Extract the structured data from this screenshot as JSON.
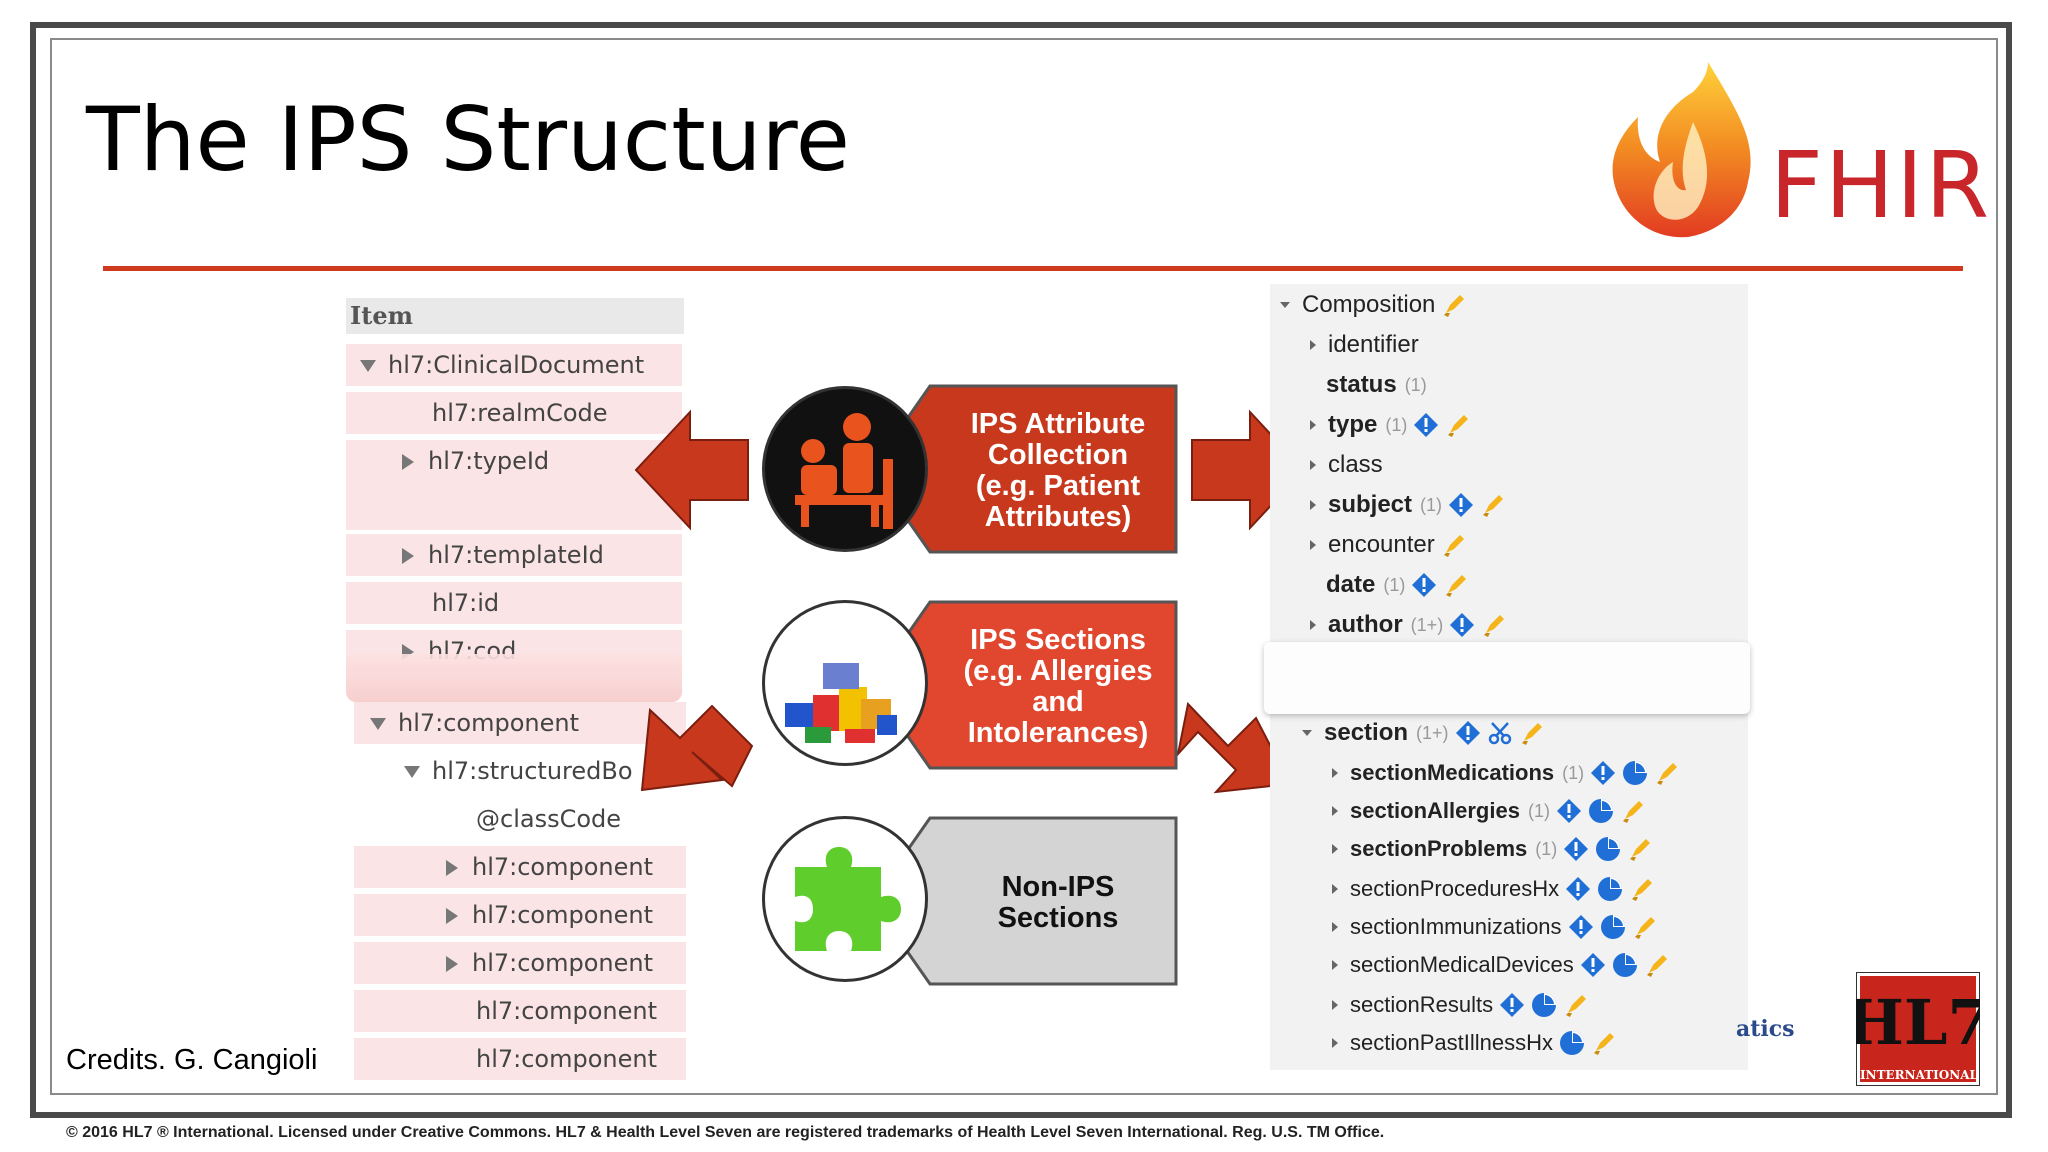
{
  "slide": {
    "title": "The IPS Structure",
    "logo_text": "FHIR",
    "credits": "Credits. G. Cangioli",
    "copyright": "© 2016 HL7 ® International. Licensed under Creative Commons. HL7 & Health Level Seven are registered trademarks of Health Level Seven International. Reg. U.S. TM Office.",
    "hl7_logo_text": "INTERNATIONAL",
    "partial_text": "atics"
  },
  "left_tree": {
    "header": "Item",
    "rows": [
      {
        "label": "hl7:ClinicalDocument",
        "expander": "down"
      },
      {
        "label": "hl7:realmCode",
        "expander": "none"
      },
      {
        "label": "hl7:typeId",
        "expander": "right"
      },
      {
        "label": "hl7:templateId",
        "expander": "right"
      },
      {
        "label": "hl7:id",
        "expander": "none"
      },
      {
        "label": "hl7:cod",
        "expander": "right"
      },
      {
        "label": "hl7:component",
        "expander": "down"
      },
      {
        "label": "hl7:structuredBo",
        "expander": "down"
      },
      {
        "label": "@classCode",
        "expander": "none"
      },
      {
        "label": "hl7:component",
        "expander": "right"
      },
      {
        "label": "hl7:component",
        "expander": "right"
      },
      {
        "label": "hl7:component",
        "expander": "right"
      },
      {
        "label": "hl7:component",
        "expander": "none"
      },
      {
        "label": "hl7:component",
        "expander": "none"
      }
    ]
  },
  "center": {
    "attribute_label": "IPS Attribute\nCollection\n(e.g. Patient\nAttributes)",
    "sections_label": "IPS Sections\n(e.g. Allergies\nand\nIntolerances)",
    "non_ips_label": "Non-IPS\nSections",
    "attribute_color": "#c8381c",
    "sections_color": "#e0472e",
    "non_ips_color": "#d4d4d4",
    "arrow_color": "#c8381c"
  },
  "right_tree": {
    "rows": [
      {
        "label": "Composition",
        "card": "",
        "bold": false,
        "expander": "down",
        "icons": [
          "pen-icon"
        ]
      },
      {
        "label": "identifier",
        "card": "",
        "bold": false,
        "expander": "right",
        "icons": []
      },
      {
        "label": "status",
        "card": "(1)",
        "bold": true,
        "expander": "none",
        "icons": []
      },
      {
        "label": "type",
        "card": "(1)",
        "bold": true,
        "expander": "right",
        "icons": [
          "info-icon",
          "pen-icon"
        ]
      },
      {
        "label": "class",
        "card": "",
        "bold": false,
        "expander": "right",
        "icons": []
      },
      {
        "label": "subject",
        "card": "(1)",
        "bold": true,
        "expander": "right",
        "icons": [
          "info-icon",
          "pen-icon"
        ]
      },
      {
        "label": "encounter",
        "card": "",
        "bold": false,
        "expander": "right",
        "icons": [
          "pen-icon"
        ]
      },
      {
        "label": "date",
        "card": "(1)",
        "bold": true,
        "expander": "none",
        "icons": [
          "info-icon",
          "pen-icon"
        ]
      },
      {
        "label": "author",
        "card": "(1+)",
        "bold": true,
        "expander": "right",
        "icons": [
          "info-icon",
          "pen-icon"
        ]
      },
      {
        "label": "section",
        "card": "(1+)",
        "bold": true,
        "expander": "down",
        "icons": [
          "info-icon",
          "scissors-icon",
          "pen-icon"
        ]
      },
      {
        "label": "sectionMedications",
        "card": "(1)",
        "bold": true,
        "expander": "right",
        "icons": [
          "info-icon",
          "pie-icon",
          "pen-icon"
        ]
      },
      {
        "label": "sectionAllergies",
        "card": "(1)",
        "bold": true,
        "expander": "right",
        "icons": [
          "info-icon",
          "pie-icon",
          "pen-icon"
        ]
      },
      {
        "label": "sectionProblems",
        "card": "(1)",
        "bold": true,
        "expander": "right",
        "icons": [
          "info-icon",
          "pie-icon",
          "pen-icon"
        ]
      },
      {
        "label": "sectionProceduresHx",
        "card": "",
        "bold": false,
        "expander": "right",
        "icons": [
          "info-icon",
          "pie-icon",
          "pen-icon"
        ]
      },
      {
        "label": "sectionImmunizations",
        "card": "",
        "bold": false,
        "expander": "right",
        "icons": [
          "info-icon",
          "pie-icon",
          "pen-icon"
        ]
      },
      {
        "label": "sectionMedicalDevices",
        "card": "",
        "bold": false,
        "expander": "right",
        "icons": [
          "info-icon",
          "pie-icon",
          "pen-icon"
        ]
      },
      {
        "label": "sectionResults",
        "card": "",
        "bold": false,
        "expander": "right",
        "icons": [
          "info-icon",
          "pie-icon",
          "pen-icon"
        ]
      },
      {
        "label": "sectionPastIllnessHx",
        "card": "",
        "bold": false,
        "expander": "right",
        "icons": [
          "pie-icon",
          "pen-icon"
        ]
      }
    ]
  }
}
